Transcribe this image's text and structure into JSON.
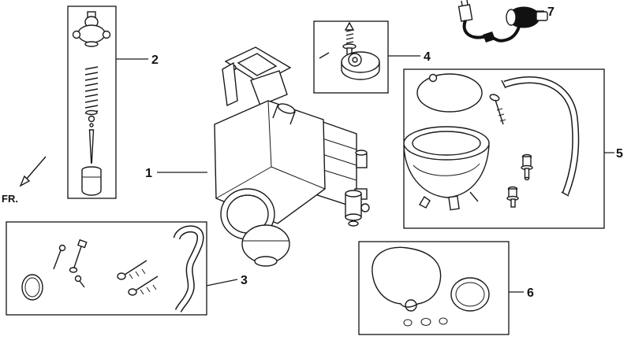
{
  "diagram": {
    "direction_label": "FR.",
    "callouts": [
      "1",
      "2",
      "3",
      "4",
      "5",
      "6",
      "7"
    ],
    "colors": {
      "line": "#1a1a1a",
      "background": "#ffffff",
      "wire_black": "#111111"
    }
  }
}
